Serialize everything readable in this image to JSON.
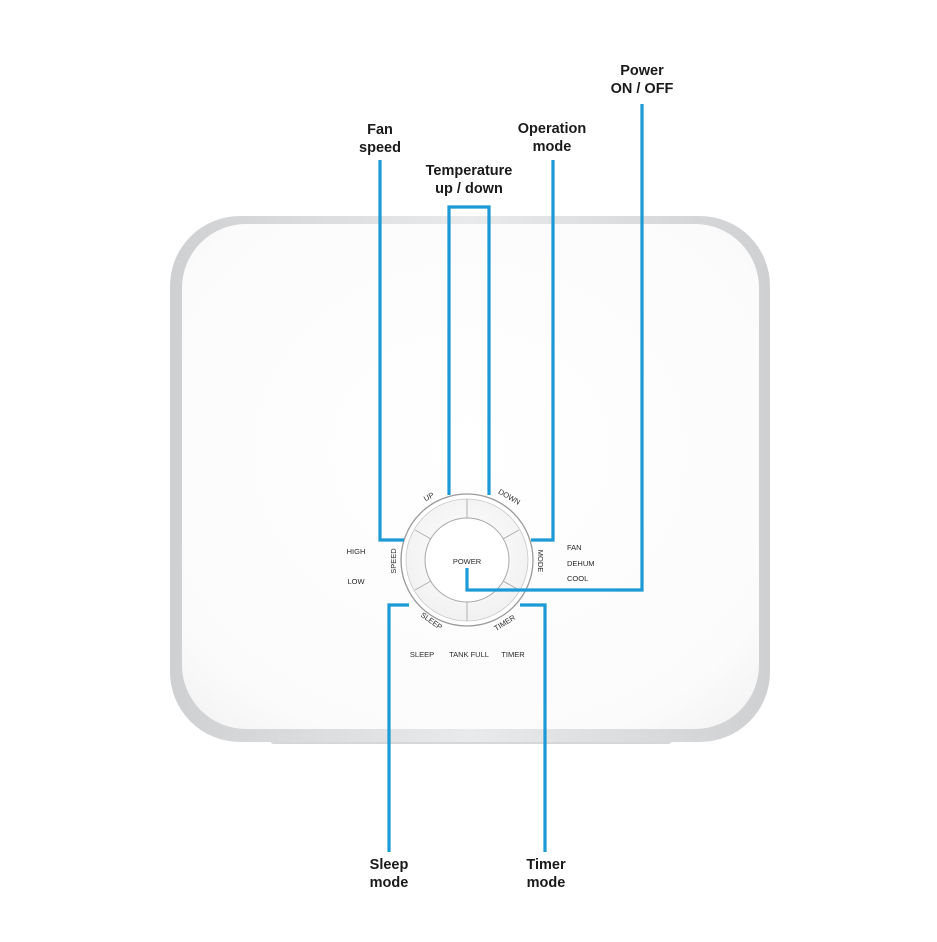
{
  "callouts": {
    "power": {
      "line1": "Power",
      "line2": "ON / OFF"
    },
    "fan_speed": {
      "line1": "Fan",
      "line2": "speed"
    },
    "operation_mode": {
      "line1": "Operation",
      "line2": "mode"
    },
    "temperature": {
      "line1": "Temperature",
      "line2": "up / down"
    },
    "sleep_mode": {
      "line1": "Sleep",
      "line2": "mode"
    },
    "timer_mode": {
      "line1": "Timer",
      "line2": "mode"
    }
  },
  "panel": {
    "dial": {
      "power": "POWER",
      "up": "UP",
      "down": "DOWN",
      "speed": "SPEED",
      "mode": "MODE",
      "sleep": "SLEEP",
      "timer": "TIMER"
    },
    "speed_indicators": [
      "HIGH",
      "LOW"
    ],
    "mode_indicators": [
      "FAN",
      "DEHUM",
      "COOL"
    ],
    "bottom_indicators": [
      "SLEEP",
      "TANK FULL",
      "TIMER"
    ]
  },
  "colors": {
    "leader_line": "#1b9ad6",
    "panel_face": "#ffffff",
    "panel_rim": "#d9dadc",
    "label_text": "#2a2a2a"
  }
}
